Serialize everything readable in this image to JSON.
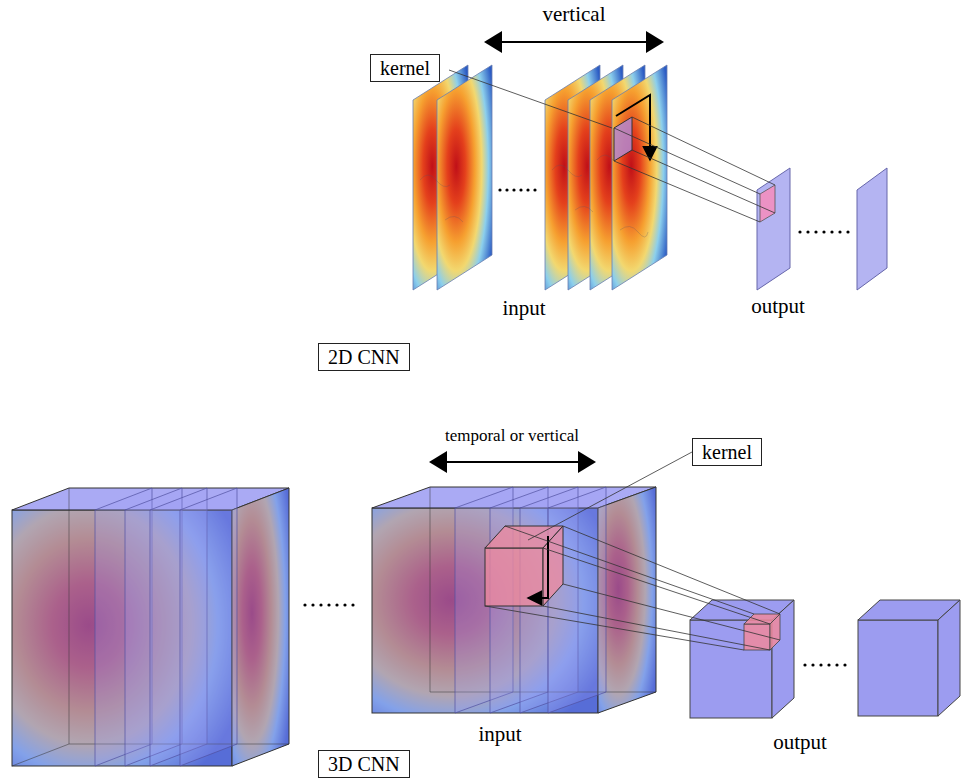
{
  "diagram": {
    "nodes": [
      {
        "text": [
          "kernel"
        ]
      },
      {
        "text": [
          "2D CNN"
        ]
      },
      {
        "text": [
          "kernel"
        ]
      },
      {
        "text": [
          "3D CNN"
        ]
      }
    ],
    "labels": [
      "vertical",
      "input",
      "output",
      "temporal or vertical",
      "input",
      "output"
    ]
  }
}
